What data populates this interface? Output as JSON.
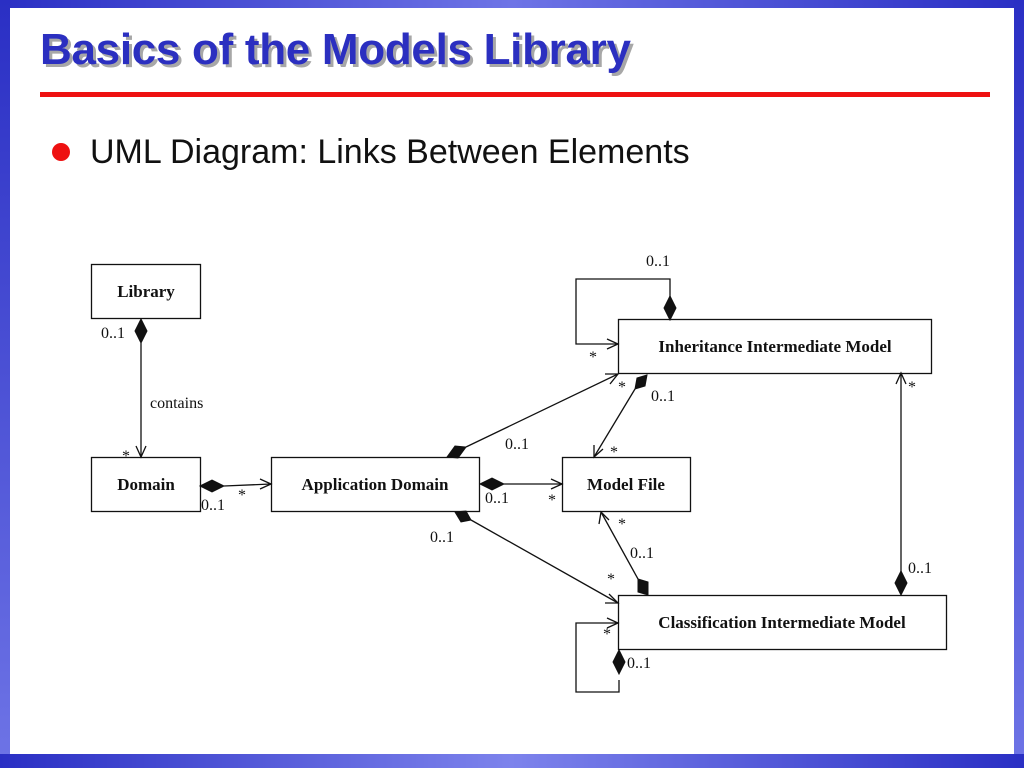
{
  "colors": {
    "title": "#2b2fc0",
    "rule": "#ee1111",
    "bullet": "#ee1111",
    "frame": "#2a2fc4"
  },
  "slide": {
    "title": "Basics of the Models Library",
    "bullet": "UML Diagram: Links Between Elements"
  },
  "diagram": {
    "classes": {
      "library": "Library",
      "domain": "Domain",
      "application_domain": "Application Domain",
      "model_file": "Model File",
      "inheritance_intermediate_model": "Inheritance Intermediate Model",
      "classification_intermediate_model": "Classification Intermediate Model"
    },
    "associations": {
      "library_domain": {
        "source_mult": "0..1",
        "target_mult": "*",
        "label": "contains"
      },
      "domain_appdomain": {
        "source_mult": "0..1",
        "target_mult": "*"
      },
      "appdomain_modelfile": {
        "source_mult": "0..1",
        "target_mult": "*"
      },
      "appdomain_inheritance": {
        "source_mult": "0..1",
        "target_mult": "*"
      },
      "appdomain_classification": {
        "source_mult": "0..1",
        "target_mult": "*"
      },
      "inheritance_modelfile": {
        "source_mult": "0..1",
        "target_mult": "*"
      },
      "classification_modelfile": {
        "source_mult": "0..1",
        "target_mult": "*"
      },
      "classification_inheritance": {
        "source_mult": "0..1",
        "target_mult": "*"
      },
      "inheritance_self": {
        "source_mult": "0..1",
        "target_mult": "*"
      },
      "classification_self": {
        "source_mult": "0..1",
        "target_mult": "*"
      }
    }
  }
}
